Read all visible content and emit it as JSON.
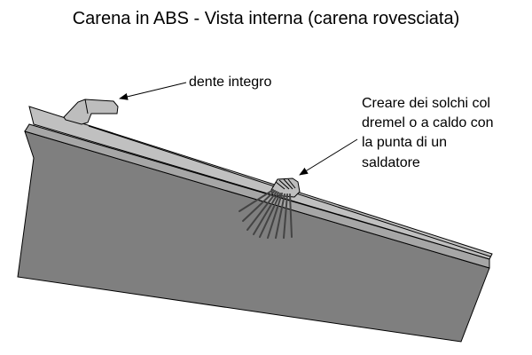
{
  "title": "Carena in ABS - Vista interna (carena rovesciata)",
  "labels": {
    "tooth": "dente integro",
    "instruction_lines": [
      "Creare dei solchi col",
      "dremel o a caldo con",
      "la punta di un",
      "saldatore"
    ]
  },
  "colors": {
    "panel_face": "#7f7f7f",
    "rim_top": "#c0c0c0",
    "rim_side": "#a6a6a6",
    "tooth_fill": "#bdbdbd",
    "groove_stroke": "#444444",
    "outline": "#000000"
  }
}
